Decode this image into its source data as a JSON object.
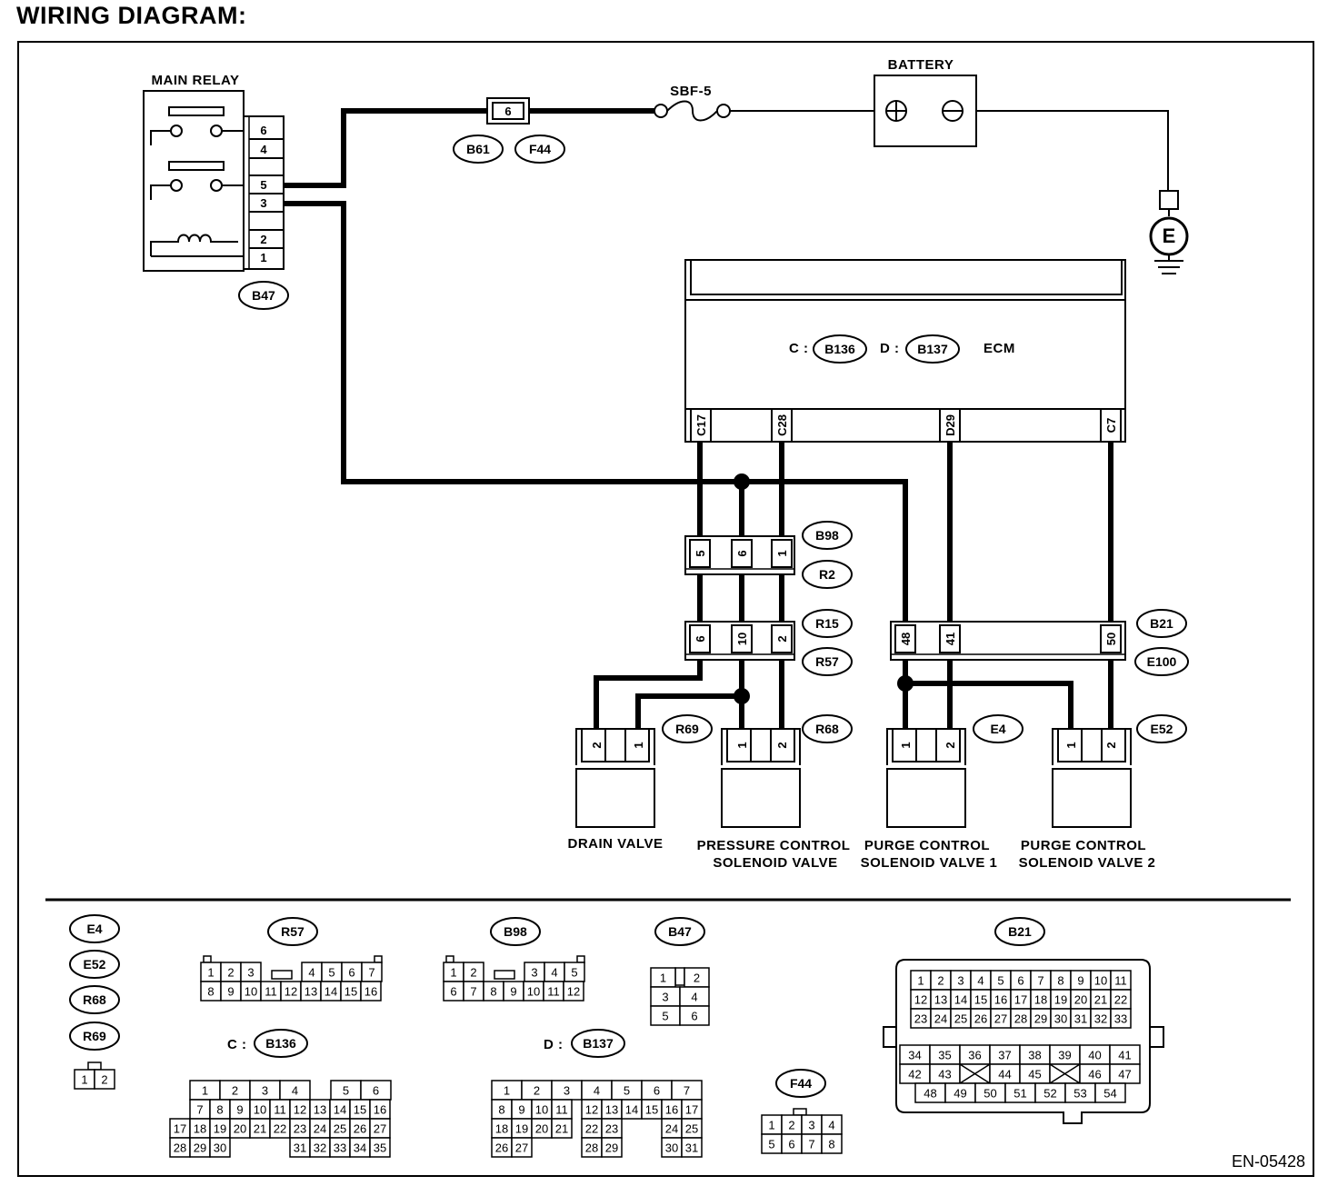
{
  "title": "WIRING DIAGRAM:",
  "components": {
    "main_relay": "MAIN RELAY",
    "main_relay_pins": [
      "6",
      "4",
      "5",
      "3",
      "2",
      "1"
    ],
    "fuse_connector_pin": "6",
    "fuse": "SBF-5",
    "battery": "BATTERY",
    "ground": "E",
    "ecm": "ECM",
    "ecm_c_prefix": "C :",
    "ecm_d_prefix": "D :",
    "ecm_pins": [
      "C17",
      "C28",
      "D29",
      "C7"
    ],
    "b98_pins": [
      "5",
      "6",
      "1"
    ],
    "r15_pins": [
      "6",
      "10",
      "2"
    ],
    "b21_pins": [
      "48",
      "41",
      "50"
    ],
    "drain_valve_pins": [
      "2",
      "1"
    ],
    "pcsv_pins": [
      "1",
      "2"
    ],
    "purge1_pins": [
      "1",
      "2"
    ],
    "purge2_pins": [
      "1",
      "2"
    ],
    "drain_valve": "DRAIN VALVE",
    "pressure_control": [
      "PRESSURE CONTROL",
      "SOLENOID VALVE"
    ],
    "purge_control_1": [
      "PURGE CONTROL",
      "SOLENOID VALVE 1"
    ],
    "purge_control_2": [
      "PURGE CONTROL",
      "SOLENOID VALVE 2"
    ]
  },
  "connectors": {
    "b47": "B47",
    "b61": "B61",
    "f44": "F44",
    "b136": "B136",
    "b137": "B137",
    "b98": "B98",
    "r2": "R2",
    "r15": "R15",
    "r57": "R57",
    "b21": "B21",
    "e100": "E100",
    "r69": "R69",
    "r68": "R68",
    "e4": "E4",
    "e52": "E52"
  },
  "legend": {
    "labels": {
      "e4": "E4",
      "e52": "E52",
      "r68": "R68",
      "r69": "R69",
      "r57": "R57",
      "b98": "B98",
      "b47": "B47",
      "b21": "B21",
      "b136": "B136",
      "b137": "B137",
      "f44": "F44",
      "c_prefix": "C :",
      "d_prefix": "D :"
    },
    "e4_cells": [
      "1",
      "2"
    ],
    "r57_row1": [
      "1",
      "2",
      "3",
      "4",
      "5",
      "6",
      "7"
    ],
    "r57_row2": [
      "8",
      "9",
      "10",
      "11",
      "12",
      "13",
      "14",
      "15",
      "16"
    ],
    "b98_row1": [
      "1",
      "2",
      "3",
      "4",
      "5"
    ],
    "b98_row2": [
      "6",
      "7",
      "8",
      "9",
      "10",
      "11",
      "12"
    ],
    "b47_rows": [
      [
        "1",
        "2"
      ],
      [
        "3",
        "4"
      ],
      [
        "5",
        "6"
      ]
    ],
    "b21_row1": [
      "1",
      "2",
      "3",
      "4",
      "5",
      "6",
      "7",
      "8",
      "9",
      "10",
      "11"
    ],
    "b21_row2": [
      "12",
      "13",
      "14",
      "15",
      "16",
      "17",
      "18",
      "19",
      "20",
      "21",
      "22"
    ],
    "b21_row3": [
      "23",
      "24",
      "25",
      "26",
      "27",
      "28",
      "29",
      "30",
      "31",
      "32",
      "33"
    ],
    "b21_row4": [
      "34",
      "35",
      "36",
      "37",
      "38",
      "39",
      "40",
      "41"
    ],
    "b21_row5": [
      "42",
      "43",
      "",
      "44",
      "45",
      "",
      "46",
      "47"
    ],
    "b21_row6": [
      "48",
      "49",
      "50",
      "51",
      "52",
      "53",
      "54"
    ],
    "b136_row1": [
      "1",
      "2",
      "3",
      "4",
      "5",
      "6"
    ],
    "b136_row2": [
      "7",
      "8",
      "9",
      "10",
      "11",
      "12",
      "13",
      "14",
      "15",
      "16"
    ],
    "b136_row3": [
      "17",
      "18",
      "19",
      "20",
      "21",
      "22",
      "23",
      "24",
      "25",
      "26",
      "27"
    ],
    "b136_row4": [
      "28",
      "29",
      "30",
      "31",
      "32",
      "33",
      "34",
      "35"
    ],
    "b137_row1": [
      "1",
      "2",
      "3",
      "4",
      "5",
      "6",
      "7"
    ],
    "b137_row2": [
      "8",
      "9",
      "10",
      "11",
      "12",
      "13",
      "14",
      "15",
      "16",
      "17"
    ],
    "b137_row3": [
      "18",
      "19",
      "20",
      "21",
      "22",
      "23",
      "24",
      "25"
    ],
    "b137_row4": [
      "26",
      "27",
      "28",
      "29",
      "30",
      "31"
    ],
    "f44_rows": [
      [
        "1",
        "2",
        "3",
        "4"
      ],
      [
        "5",
        "6",
        "7",
        "8"
      ]
    ]
  },
  "code": "EN-05428"
}
